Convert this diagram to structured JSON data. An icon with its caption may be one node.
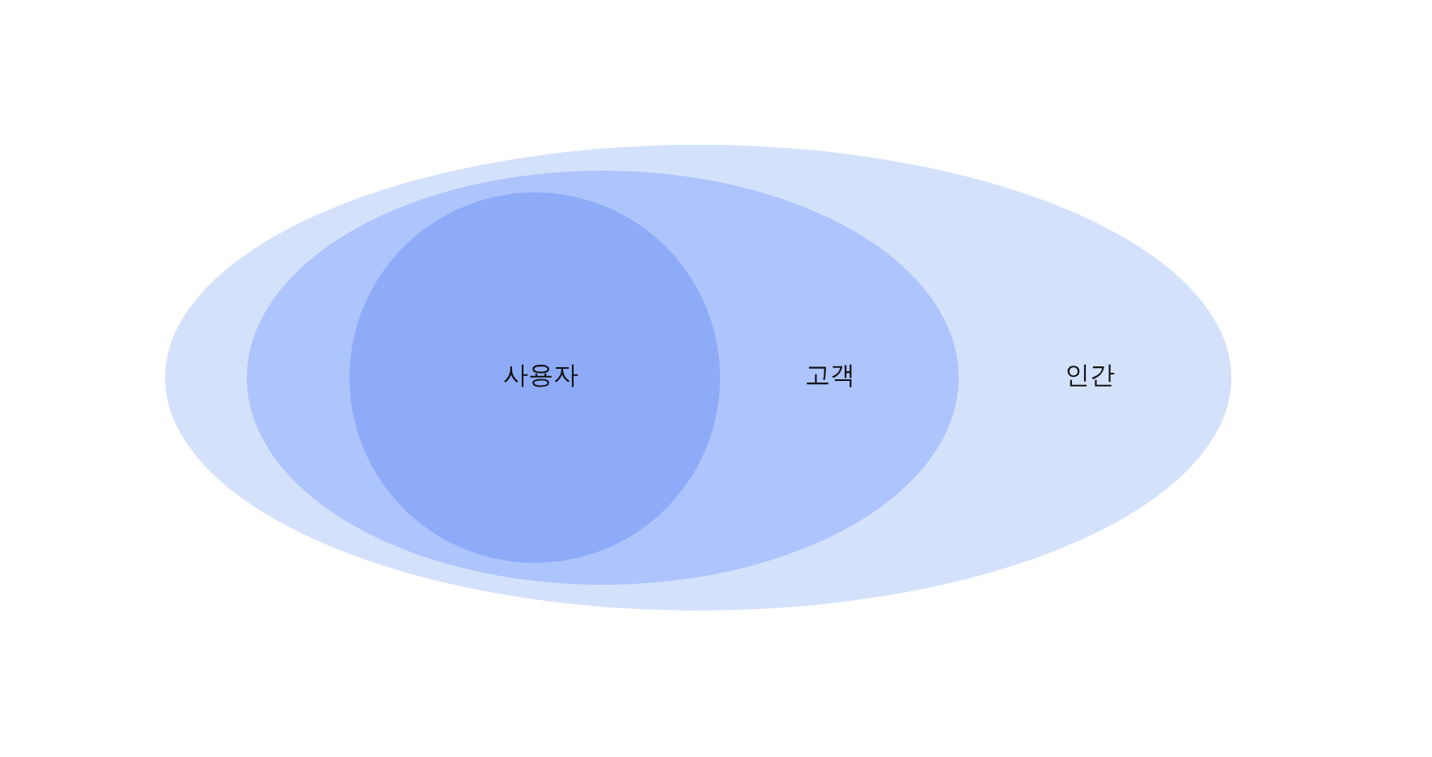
{
  "diagram": {
    "nodes": [
      {
        "text": [
          "인간"
        ]
      },
      {
        "text": [
          "고객"
        ],
        "in": 0
      },
      {
        "text": [
          "사용자"
        ],
        "in": 1
      }
    ]
  }
}
